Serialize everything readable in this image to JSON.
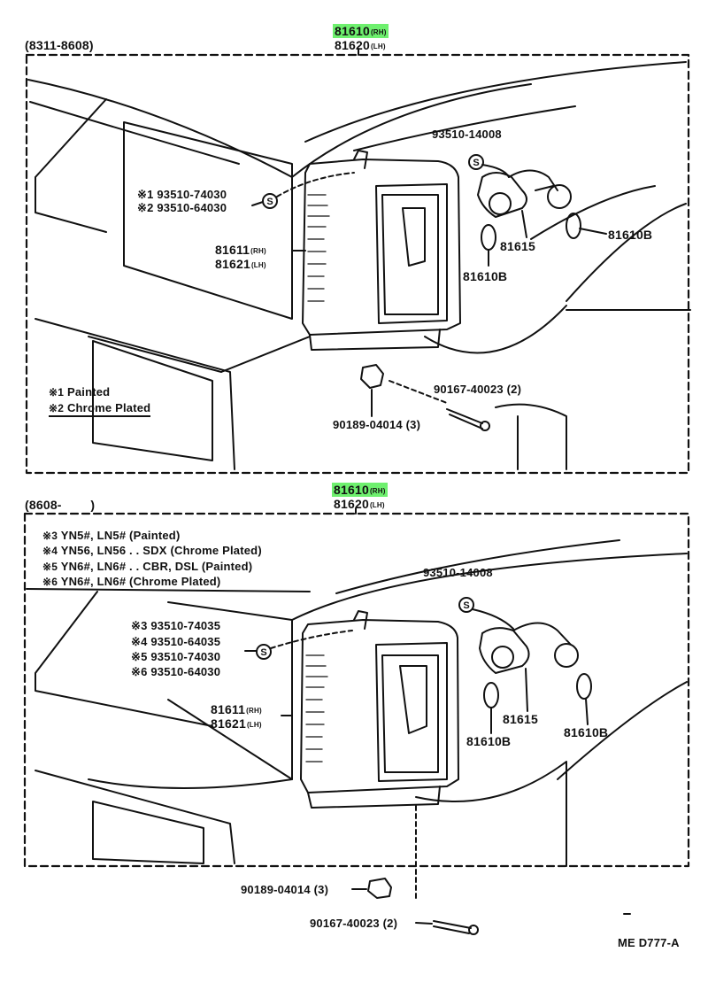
{
  "top": {
    "date_range": "(8311-8608)",
    "assembly_rh": "81610",
    "assembly_rh_suffix": "(RH)",
    "assembly_lh": "81620",
    "assembly_lh_suffix": "(LH)",
    "screw_code": "93510-14008",
    "screw_alt1": "※1 93510-74030",
    "screw_alt2": "※2 93510-64030",
    "lens_rh": "81611",
    "lens_rh_suffix": "(RH)",
    "lens_lh": "81621",
    "lens_lh_suffix": "(LH)",
    "socket": "81615",
    "bulb_a": "81610B",
    "bulb_b": "81610B",
    "screw_bolt": "90167-40023 (2)",
    "clip": "90189-04014 (3)",
    "legend": [
      {
        "mark": "※1",
        "text": "Painted"
      },
      {
        "mark": "※2",
        "text": "Chrome Plated"
      }
    ]
  },
  "bottom": {
    "date_range": "(8608-        )",
    "assembly_rh": "81610",
    "assembly_rh_suffix": "(RH)",
    "assembly_lh": "81620",
    "assembly_lh_suffix": "(LH)",
    "legend": [
      {
        "mark": "※3",
        "text": "YN5#, LN5# (Painted)"
      },
      {
        "mark": "※4",
        "text": "YN56, LN56 . . SDX (Chrome Plated)"
      },
      {
        "mark": "※5",
        "text": "YN6#, LN6# . . CBR, DSL (Painted)"
      },
      {
        "mark": "※6",
        "text": "YN6#, LN6# (Chrome Plated)"
      }
    ],
    "screw_code": "93510-14008",
    "screw_alts": [
      "※3 93510-74035",
      "※4 93510-64035",
      "※5 93510-74030",
      "※6 93510-64030"
    ],
    "lens_rh": "81611",
    "lens_rh_suffix": "(RH)",
    "lens_lh": "81621",
    "lens_lh_suffix": "(LH)",
    "socket": "81615",
    "bulb_a": "81610B",
    "bulb_b": "81610B",
    "clip": "90189-04014 (3)",
    "screw_bolt": "90167-40023 (2)"
  },
  "diagram_code": "ME D777-A",
  "colors": {
    "highlight": "#6ef06e",
    "ink": "#111111"
  }
}
